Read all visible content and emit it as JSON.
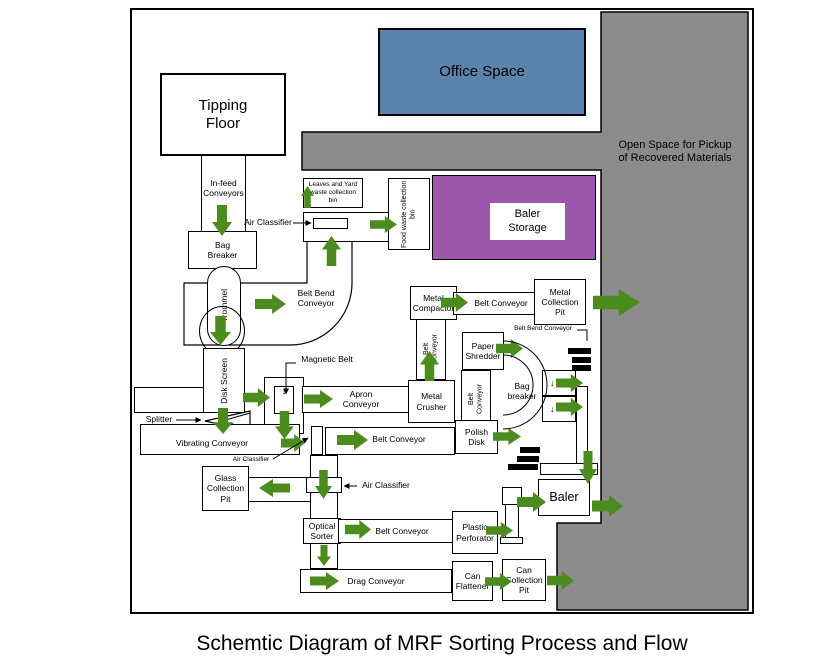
{
  "colors": {
    "office_blue": "#5b83ac",
    "storage_purple": "#9d57aa",
    "open_gray": "#8c8c8c",
    "flow_green": "#4c8c1e"
  },
  "caption": "Schemtic Diagram of MRF Sorting Process and Flow",
  "icons": {
    "down_arrow": "↓"
  },
  "zones": {
    "tipping_floor": "Tipping Floor",
    "office_space": "Office Space",
    "open_space": "Open Space for Pickup of Recovered Materials",
    "baler_storage": "Baler Storage"
  },
  "labels": {
    "in_feed": "In-feed Conveyors",
    "bag_breaker": "Bag Breaker",
    "trommel": "Trommel",
    "air_classifier_top": "Air Classifier",
    "leaves_bin": "Leaves and Yard waste collection bin",
    "food_waste_bin": "Food waste collection bin",
    "belt_bend_top": "Belt Bend Conveyor",
    "disk_screen": "Disk Screen",
    "splitter": "Splitter",
    "magnetic_belt": "Magnetic Belt",
    "apron_conveyor": "Apron Conveyor",
    "metal_crusher": "Metal Crusher",
    "belt_conveyor_vert_1": "Belt Conveyor",
    "metal_compactor": "Metal Compactor",
    "belt_conveyor_top": "Belt Conveyor",
    "metal_collection_pit": "Metal Collection Pit",
    "paper_shredder": "Paper Shredder",
    "belt_bend_lower": "Belt Bend Conveyor",
    "belt_conveyor_vert_2": "Belt Conveyor",
    "bag_breaker_lower": "Bag breaker",
    "polish_disk": "Polish Disk",
    "vibrating_conveyor": "Vibrating Conveyor",
    "air_classifier_mid": "Air Classifier",
    "belt_conveyor_mid": "Belt Conveyor",
    "glass_collection_pit": "Glass Collection Pit",
    "air_classifier_lower": "Air Classifier",
    "optical_sorter": "Optical Sorter",
    "belt_conveyor_lower": "Belt Conveyor",
    "plastic_perforator": "Plastic Perforator",
    "baler": "Baler",
    "drag_conveyor": "Drag Conveyor",
    "can_flattener": "Can Flattener",
    "can_collection_pit": "Can Collection Pit"
  }
}
